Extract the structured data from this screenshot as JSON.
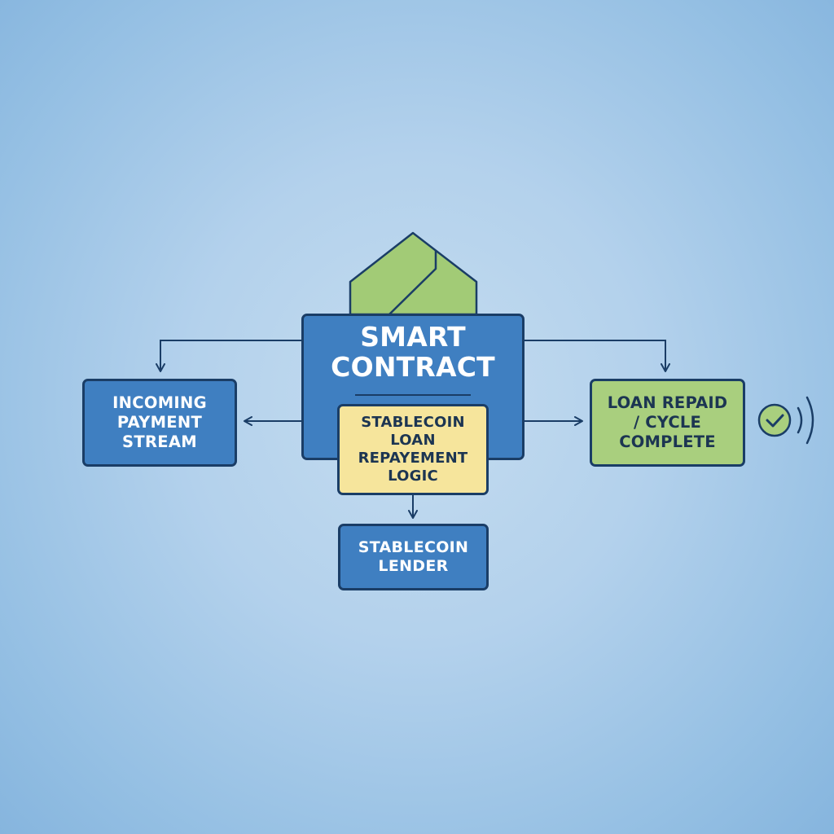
{
  "diagram": {
    "incoming": {
      "lines": [
        "INCOMING",
        "PAYMENT",
        "STREAM"
      ]
    },
    "smart_contract": {
      "lines": [
        "SMART",
        "CONTRACT"
      ]
    },
    "repayment_logic": {
      "lines": [
        "STABLECOIN",
        "LOAN",
        "REPAYEMENT",
        "LOGIC"
      ]
    },
    "lender": {
      "lines": [
        "STABLECOIN",
        "LENDER"
      ]
    },
    "complete": {
      "lines": [
        "LOAN REPAID",
        "/ CYCLE",
        "COMPLETE"
      ]
    }
  },
  "icons": {
    "top": "house-shaped-shield-icon",
    "status": "check-signal-icon"
  },
  "colors": {
    "blue_box": "#3f7fc1",
    "green_box": "#a9cf7e",
    "yellow_box": "#f6e59c",
    "outline": "#1a3d66"
  }
}
